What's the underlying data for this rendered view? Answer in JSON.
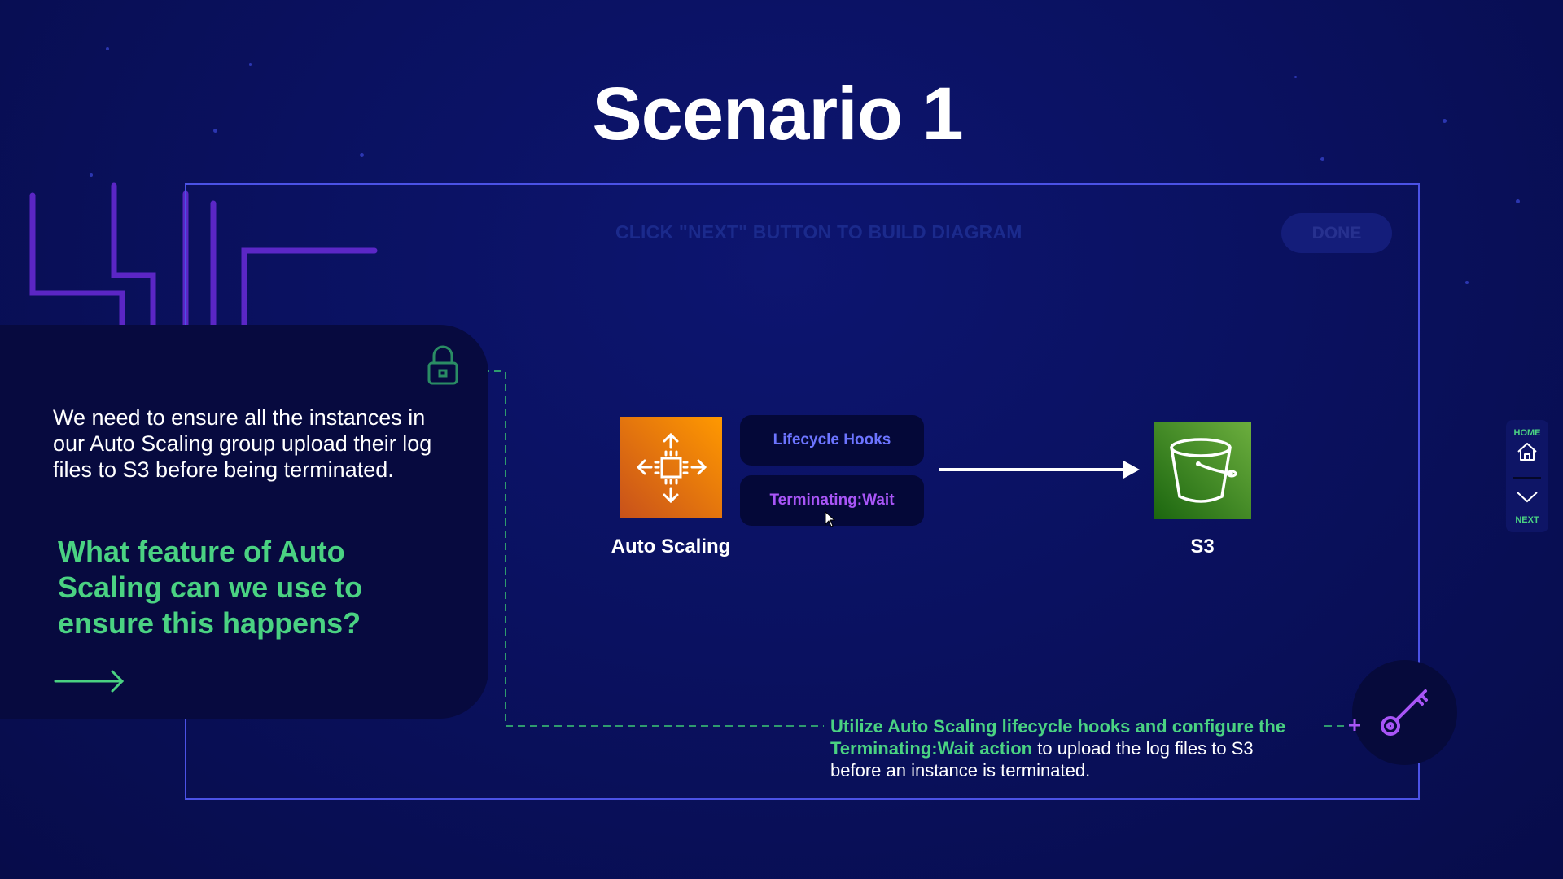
{
  "slide": {
    "title": "Scenario 1",
    "instruction": "CLICK \"NEXT\" BUTTON TO BUILD DIAGRAM",
    "done_label": "DONE"
  },
  "question_panel": {
    "context": "We need to ensure all the instances in our Auto Scaling group upload their log files to S3 before being terminated.",
    "question": "What feature of Auto Scaling can we use to ensure this happens?"
  },
  "diagram": {
    "auto_scaling_label": "Auto Scaling",
    "lifecycle_hooks_label": "Lifecycle Hooks",
    "terminating_wait_label": "Terminating:Wait",
    "s3_label": "S3"
  },
  "answer": {
    "highlight_1": "Utilize Auto Scaling lifecycle hooks and configure the",
    "highlight_2": "Terminating:Wait action",
    "rest_1": " to upload the log files to S3",
    "rest_2": "before an instance is terminated."
  },
  "side_nav": {
    "home_label": "HOME",
    "next_label": "NEXT"
  },
  "colors": {
    "background": "#0a1160",
    "accent_green": "#4ad282",
    "frame_border": "#4b52e6",
    "lifecycle_text": "#6c74ff",
    "terminating_text": "#a855f7",
    "auto_scaling_orange": "#e8650f",
    "s3_green": "#3f8624"
  },
  "icons": [
    "lock-icon",
    "arrow-right-icon",
    "auto-scaling-icon",
    "s3-bucket-icon",
    "home-icon",
    "chevron-down-icon",
    "key-icon",
    "plus-icon",
    "cursor-icon"
  ]
}
